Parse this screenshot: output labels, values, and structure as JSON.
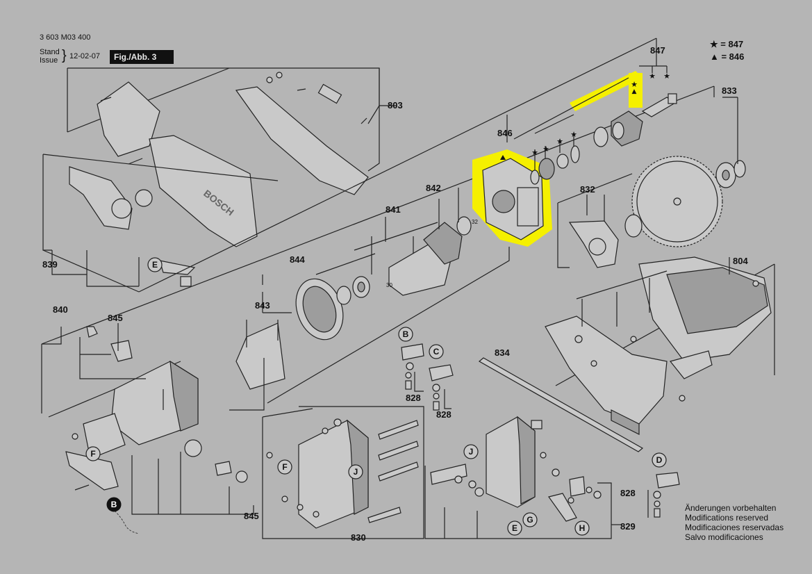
{
  "header": {
    "doc_number": "3 603 M03 400",
    "stand_label": "Stand",
    "issue_label": "Issue",
    "date": "12-02-07",
    "figure_label": "Fig./Abb. 3"
  },
  "legend": {
    "star_item": "★ = 847",
    "triangle_item": "▲ = 846"
  },
  "part_labels": {
    "p803": "803",
    "p846": "846",
    "p847": "847",
    "p833": "833",
    "p842": "842",
    "p841": "841",
    "p832": "832",
    "p839": "839",
    "p844": "844",
    "p804": "804",
    "p843": "843",
    "p840": "840",
    "p845a": "845",
    "p845b": "845",
    "p834": "834",
    "p828a": "828",
    "p828b": "828",
    "p828c": "828",
    "p830": "830",
    "p829": "829"
  },
  "callouts": {
    "E1": "E",
    "F1": "F",
    "B1": "B",
    "B2": "B",
    "C1": "C",
    "F2": "F",
    "J1": "J",
    "J2": "J",
    "D1": "D",
    "E2": "E",
    "G1": "G",
    "H1": "H"
  },
  "small_numbers": {
    "n30": "30",
    "n32": "32"
  },
  "brand_text": "BOSCH",
  "notes": [
    "Änderungen vorbehalten",
    "Modifications reserved",
    "Modificaciones reservadas",
    "Salvo modificaciones"
  ],
  "colors": {
    "background": "#b5b5b5",
    "highlight": "#f5f000",
    "figure_label_bg": "#111111"
  }
}
